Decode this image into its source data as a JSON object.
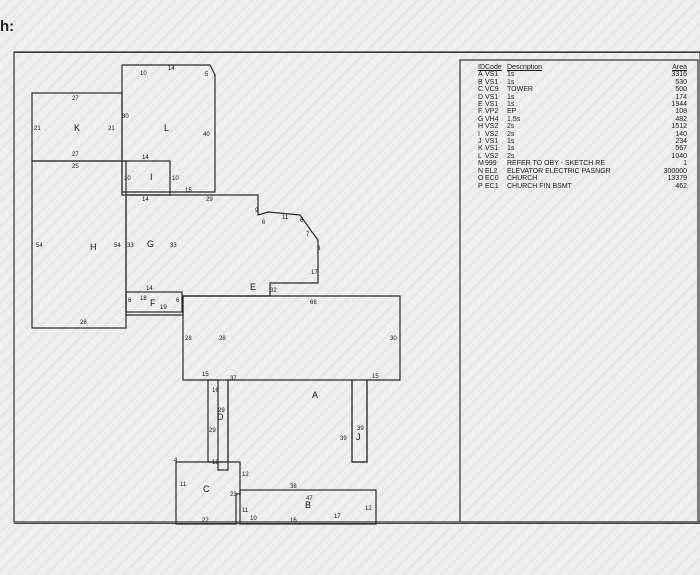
{
  "page": {
    "heading": "h:"
  },
  "legend": {
    "headers": {
      "id": "ID",
      "code": "Code",
      "description": "Description",
      "area": "Area"
    },
    "rows": [
      {
        "id": "A",
        "code": "VS1",
        "description": "1s",
        "area": "3316"
      },
      {
        "id": "B",
        "code": "VS1",
        "description": "1s",
        "area": "530"
      },
      {
        "id": "C",
        "code": "VC9",
        "description": "TOWER",
        "area": "500"
      },
      {
        "id": "D",
        "code": "VS1",
        "description": "1s",
        "area": "174"
      },
      {
        "id": "E",
        "code": "VS1",
        "description": "1s",
        "area": "1944"
      },
      {
        "id": "F",
        "code": "VP2",
        "description": "EP",
        "area": "108"
      },
      {
        "id": "G",
        "code": "VH4",
        "description": "1.5s",
        "area": "482"
      },
      {
        "id": "H",
        "code": "VS2",
        "description": "2s",
        "area": "1512"
      },
      {
        "id": "I",
        "code": "VS2",
        "description": "2s",
        "area": "140"
      },
      {
        "id": "J",
        "code": "VS1",
        "description": "1s",
        "area": "234"
      },
      {
        "id": "K",
        "code": "VS1",
        "description": "1s",
        "area": "567"
      },
      {
        "id": "L",
        "code": "VS2",
        "description": "2s",
        "area": "1040"
      },
      {
        "id": "M",
        "code": "999",
        "description": "REFER TO OBY - SKETCH RE",
        "area": "1"
      },
      {
        "id": "N",
        "code": "EL2",
        "description": "ELEVATOR ELECTRIC PASNGR",
        "area": "300000"
      },
      {
        "id": "O",
        "code": "EC0",
        "description": "CHURCH",
        "area": "13379"
      },
      {
        "id": "P",
        "code": "EC1",
        "description": "CHURCH FIN BSMT",
        "area": "462"
      }
    ]
  },
  "sketch": {
    "areas": {
      "A": "A",
      "B": "B",
      "C": "C",
      "D": "D",
      "E": "E",
      "F": "F",
      "G": "G",
      "H": "H",
      "I": "I",
      "J": "J",
      "K": "K",
      "L": "L"
    },
    "dimensions": [
      "10",
      "14",
      "5",
      "27",
      "30",
      "21",
      "21",
      "40",
      "27",
      "25",
      "14",
      "10",
      "10",
      "15",
      "29",
      "14",
      "9",
      "6",
      "11",
      "6",
      "7",
      "3",
      "17",
      "54",
      "54",
      "33",
      "33",
      "14",
      "6",
      "18",
      "19",
      "6",
      "28",
      "28",
      "28",
      "32",
      "68",
      "30",
      "15",
      "15",
      "37",
      "29",
      "29",
      "16",
      "39",
      "39",
      "18",
      "12",
      "11",
      "23",
      "38",
      "47",
      "11",
      "10",
      "16",
      "17",
      "12",
      "22",
      "4"
    ]
  },
  "colors": {
    "line": "#2b2b2b",
    "background": "#eceef1"
  }
}
